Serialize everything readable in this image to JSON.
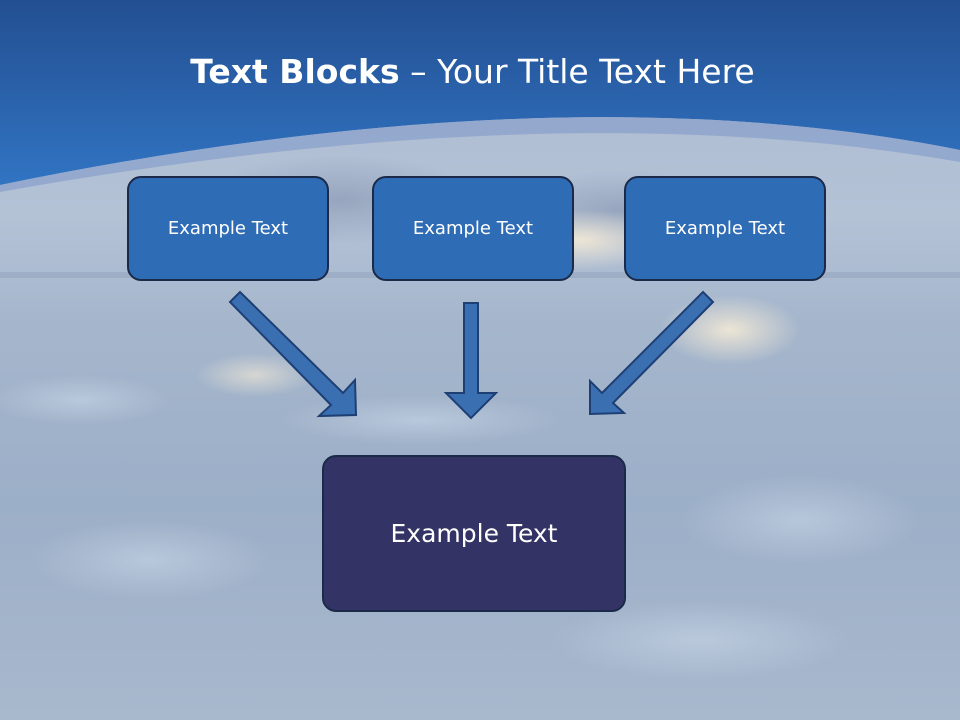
{
  "slide": {
    "title_bold": "Text Blocks",
    "title_sep": " – ",
    "title_rest": "Your Title Text Here"
  },
  "boxes": {
    "top": [
      "Example Text",
      "Example Text",
      "Example Text"
    ],
    "bottom": "Example Text"
  },
  "colors": {
    "header_blue": "#2f6cb6",
    "small_box_fill": "#2f6cb6",
    "big_box_fill": "#333366",
    "arrow_fill": "#3a6fb2",
    "outline": "#1a2a48"
  },
  "icons": [
    "arrow-down-right-icon",
    "arrow-down-icon",
    "arrow-down-left-icon"
  ]
}
